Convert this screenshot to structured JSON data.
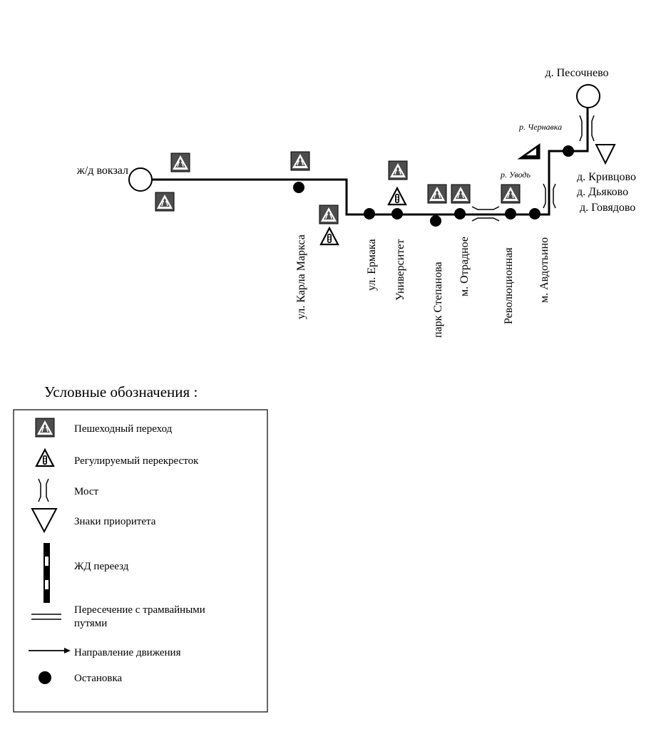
{
  "towns": {
    "start": "ж/д вокзал",
    "end": "д. Песочнево",
    "kryvtsovo": "д. Кривцово",
    "dyakovo": "д. Дьяково",
    "govyadovo": "д. Говядово"
  },
  "rivers": {
    "chernavka": "р. Чернавка",
    "uvod": "р. Уводь"
  },
  "stops": [
    "ул. Карла Маркса",
    "ул. Ермака",
    "Университет",
    "парк Степанова",
    "м. Отрадное",
    "Революционная",
    "м. Авдотьино"
  ],
  "legend": {
    "title": "Условные обозначения :",
    "items": [
      {
        "icon": "pedestrian-crossing-icon",
        "label": "Пешеходный переход"
      },
      {
        "icon": "traffic-light-icon",
        "label": "Регулируемый перекресток"
      },
      {
        "icon": "bridge-icon",
        "label": "Мост"
      },
      {
        "icon": "priority-sign-icon",
        "label": "Знаки приоритета"
      },
      {
        "icon": "railway-crossing-icon",
        "label": "ЖД переезд"
      },
      {
        "icon": "tram-tracks-icon",
        "label": "Пересечение с трамвайными путями"
      },
      {
        "icon": "direction-arrow-icon",
        "label": "Направление движения"
      },
      {
        "icon": "bus-stop-icon",
        "label": "Остановка"
      }
    ]
  }
}
